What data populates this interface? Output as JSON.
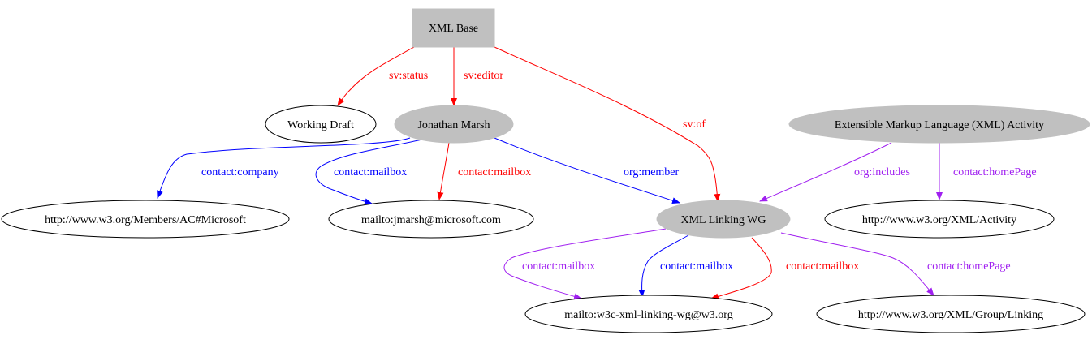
{
  "graph": {
    "colors": {
      "red": "#ff0000",
      "blue": "#0000ff",
      "purple": "#a020f0",
      "filled_node": "#c0c0c0",
      "outline": "#000000"
    },
    "nodes": [
      {
        "id": "xml_base",
        "label": "XML Base",
        "shape": "box",
        "filled": true
      },
      {
        "id": "working_draft",
        "label": "Working Draft",
        "shape": "ellipse",
        "filled": false
      },
      {
        "id": "jonathan_marsh",
        "label": "Jonathan Marsh",
        "shape": "ellipse",
        "filled": true
      },
      {
        "id": "xml_activity",
        "label": "Extensible Markup Language (XML) Activity",
        "shape": "ellipse",
        "filled": true
      },
      {
        "id": "ms_member",
        "label": "http://www.w3.org/Members/AC#Microsoft",
        "shape": "ellipse",
        "filled": false
      },
      {
        "id": "jmarsh_mail",
        "label": "mailto:jmarsh@microsoft.com",
        "shape": "ellipse",
        "filled": false
      },
      {
        "id": "xml_linking_wg",
        "label": "XML Linking WG",
        "shape": "ellipse",
        "filled": true
      },
      {
        "id": "xml_activity_url",
        "label": "http://www.w3.org/XML/Activity",
        "shape": "ellipse",
        "filled": false
      },
      {
        "id": "linking_mail",
        "label": "mailto:w3c-xml-linking-wg@w3.org",
        "shape": "ellipse",
        "filled": false
      },
      {
        "id": "linking_url",
        "label": "http://www.w3.org/XML/Group/Linking",
        "shape": "ellipse",
        "filled": false
      }
    ],
    "edges": [
      {
        "from": "xml_base",
        "to": "working_draft",
        "label": "sv:status",
        "color": "red"
      },
      {
        "from": "xml_base",
        "to": "jonathan_marsh",
        "label": "sv:editor",
        "color": "red"
      },
      {
        "from": "xml_base",
        "to": "xml_linking_wg",
        "label": "sv:of",
        "color": "red"
      },
      {
        "from": "jonathan_marsh",
        "to": "ms_member",
        "label": "contact:company",
        "color": "blue"
      },
      {
        "from": "jonathan_marsh",
        "to": "jmarsh_mail",
        "label": "contact:mailbox",
        "color": "blue"
      },
      {
        "from": "jonathan_marsh",
        "to": "jmarsh_mail",
        "label": "contact:mailbox",
        "color": "red"
      },
      {
        "from": "jonathan_marsh",
        "to": "xml_linking_wg",
        "label": "org:member",
        "color": "blue"
      },
      {
        "from": "xml_activity",
        "to": "xml_linking_wg",
        "label": "org:includes",
        "color": "purple"
      },
      {
        "from": "xml_activity",
        "to": "xml_activity_url",
        "label": "contact:homePage",
        "color": "purple"
      },
      {
        "from": "xml_linking_wg",
        "to": "linking_mail",
        "label": "contact:mailbox",
        "color": "purple"
      },
      {
        "from": "xml_linking_wg",
        "to": "linking_mail",
        "label": "contact:mailbox",
        "color": "blue"
      },
      {
        "from": "xml_linking_wg",
        "to": "linking_mail",
        "label": "contact:mailbox",
        "color": "red"
      },
      {
        "from": "xml_linking_wg",
        "to": "linking_url",
        "label": "contact:homePage",
        "color": "purple"
      }
    ]
  }
}
